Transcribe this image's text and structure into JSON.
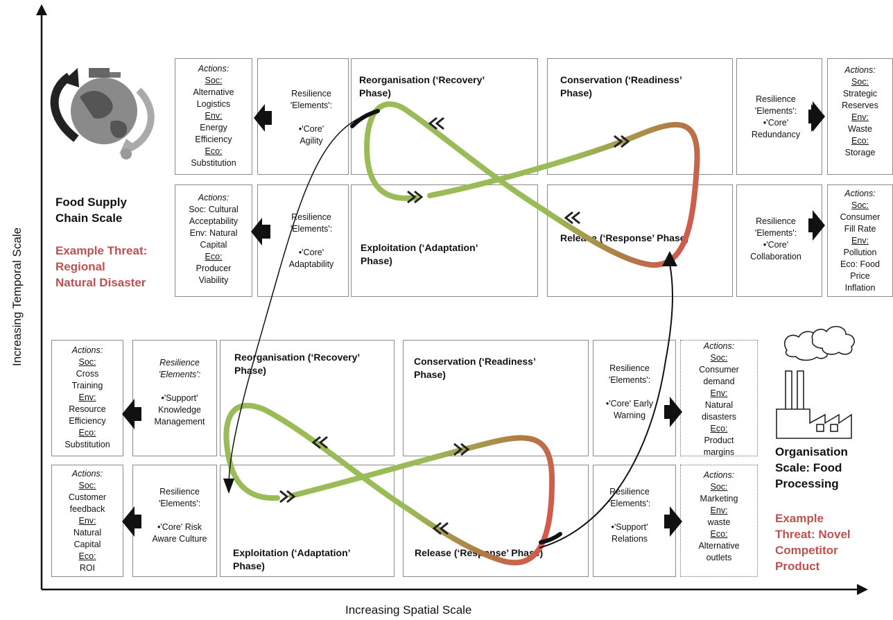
{
  "axes": {
    "x_label": "Increasing Spatial Scale",
    "y_label": "Increasing Temporal Scale"
  },
  "upper": {
    "scale_label": "Food Supply\nChain Scale",
    "threat_label": "Example Threat:\nRegional\nNatural Disaster",
    "actions_top": [
      "Actions:",
      "Soc:",
      "Alternative",
      "Logistics",
      "Env:",
      "Energy",
      "Efficiency",
      "Eco:",
      "Substitution"
    ],
    "resilience_top": [
      "Resilience",
      "'Elements':",
      "",
      "•'Core'",
      "Agility"
    ],
    "actions_bottom": [
      "Actions:",
      "Soc: Cultural",
      "Acceptability",
      "Env: Natural",
      "Capital",
      "Eco:",
      "Producer",
      "Viability"
    ],
    "resilience_bottom": [
      "Resilience",
      "'Elements':",
      "",
      "•'Core'",
      "Adaptability"
    ],
    "phase_reorg": "Reorganisation  (‘Recovery’\nPhase)",
    "phase_conserv": "Conservation  (‘Readiness’\nPhase)",
    "phase_exploit": "Exploitation  (‘Adaptation’\nPhase)",
    "phase_release": "Release  (‘Response’  Phase)",
    "resilience_right_top": [
      "Resilience",
      "'Elements':",
      "•'Core'",
      "Redundancy"
    ],
    "actions_right_top": [
      "Actions:",
      "Soc:",
      "Strategic",
      "Reserves",
      "Env:",
      "Waste",
      "Eco:",
      "Storage"
    ],
    "resilience_right_bottom": [
      "Resilience",
      "'Elements':",
      "•'Core'",
      "Collaboration"
    ],
    "actions_right_bottom": [
      "Actions:",
      "Soc:",
      "Consumer",
      "Fill Rate",
      "Env:",
      "Pollution",
      "Eco: Food",
      "Price",
      "Inflation"
    ]
  },
  "lower": {
    "scale_label": "Organisation\nScale: Food\nProcessing",
    "threat_label": "Example\nThreat: Novel\nCompetitor\nProduct",
    "actions_top": [
      "Actions:",
      "Soc:",
      "Cross",
      "Training",
      "Env:",
      "Resource",
      "Efficiency",
      "Eco:",
      "Substitution"
    ],
    "resilience_top": [
      "Resilience",
      "'Elements':",
      "",
      "•'Support'",
      "Knowledge",
      "Management"
    ],
    "actions_bottom": [
      "Actions:",
      "Soc:",
      "Customer",
      "feedback",
      "Env:",
      "Natural",
      "Capital",
      "Eco:",
      "ROI"
    ],
    "resilience_bottom": [
      "Resilience",
      "'Elements':",
      "",
      "•'Core' Risk",
      "Aware Culture"
    ],
    "phase_reorg": "Reorganisation  (‘Recovery’\nPhase)",
    "phase_conserv": "Conservation  (‘Readiness’\nPhase)",
    "phase_exploit": "Exploitation  (‘Adaptation’\nPhase)",
    "phase_release": "Release  (‘Response’  Phase)",
    "resilience_right_top": [
      "Resilience",
      "'Elements':",
      "",
      "•'Core' Early",
      "Warning"
    ],
    "actions_right_top": [
      "Actions:",
      "Soc:",
      "Consumer",
      "demand",
      "Env:",
      "Natural",
      "disasters",
      "Eco:",
      "Product",
      "margins"
    ],
    "resilience_right_bottom": [
      "Resilience",
      "'Elements':",
      "",
      "•'Support'",
      "Relations"
    ],
    "actions_right_bottom": [
      "Actions:",
      "Soc:",
      "Marketing",
      "Env:",
      "waste",
      "Eco:",
      "Alternative",
      "outlets"
    ]
  },
  "icons": {
    "globe": "globe-recycle-icon",
    "factory": "factory-icon"
  },
  "colors": {
    "loop_green": "#9bbb59",
    "loop_red": "#d9534f",
    "threat_red": "#c0504d"
  }
}
